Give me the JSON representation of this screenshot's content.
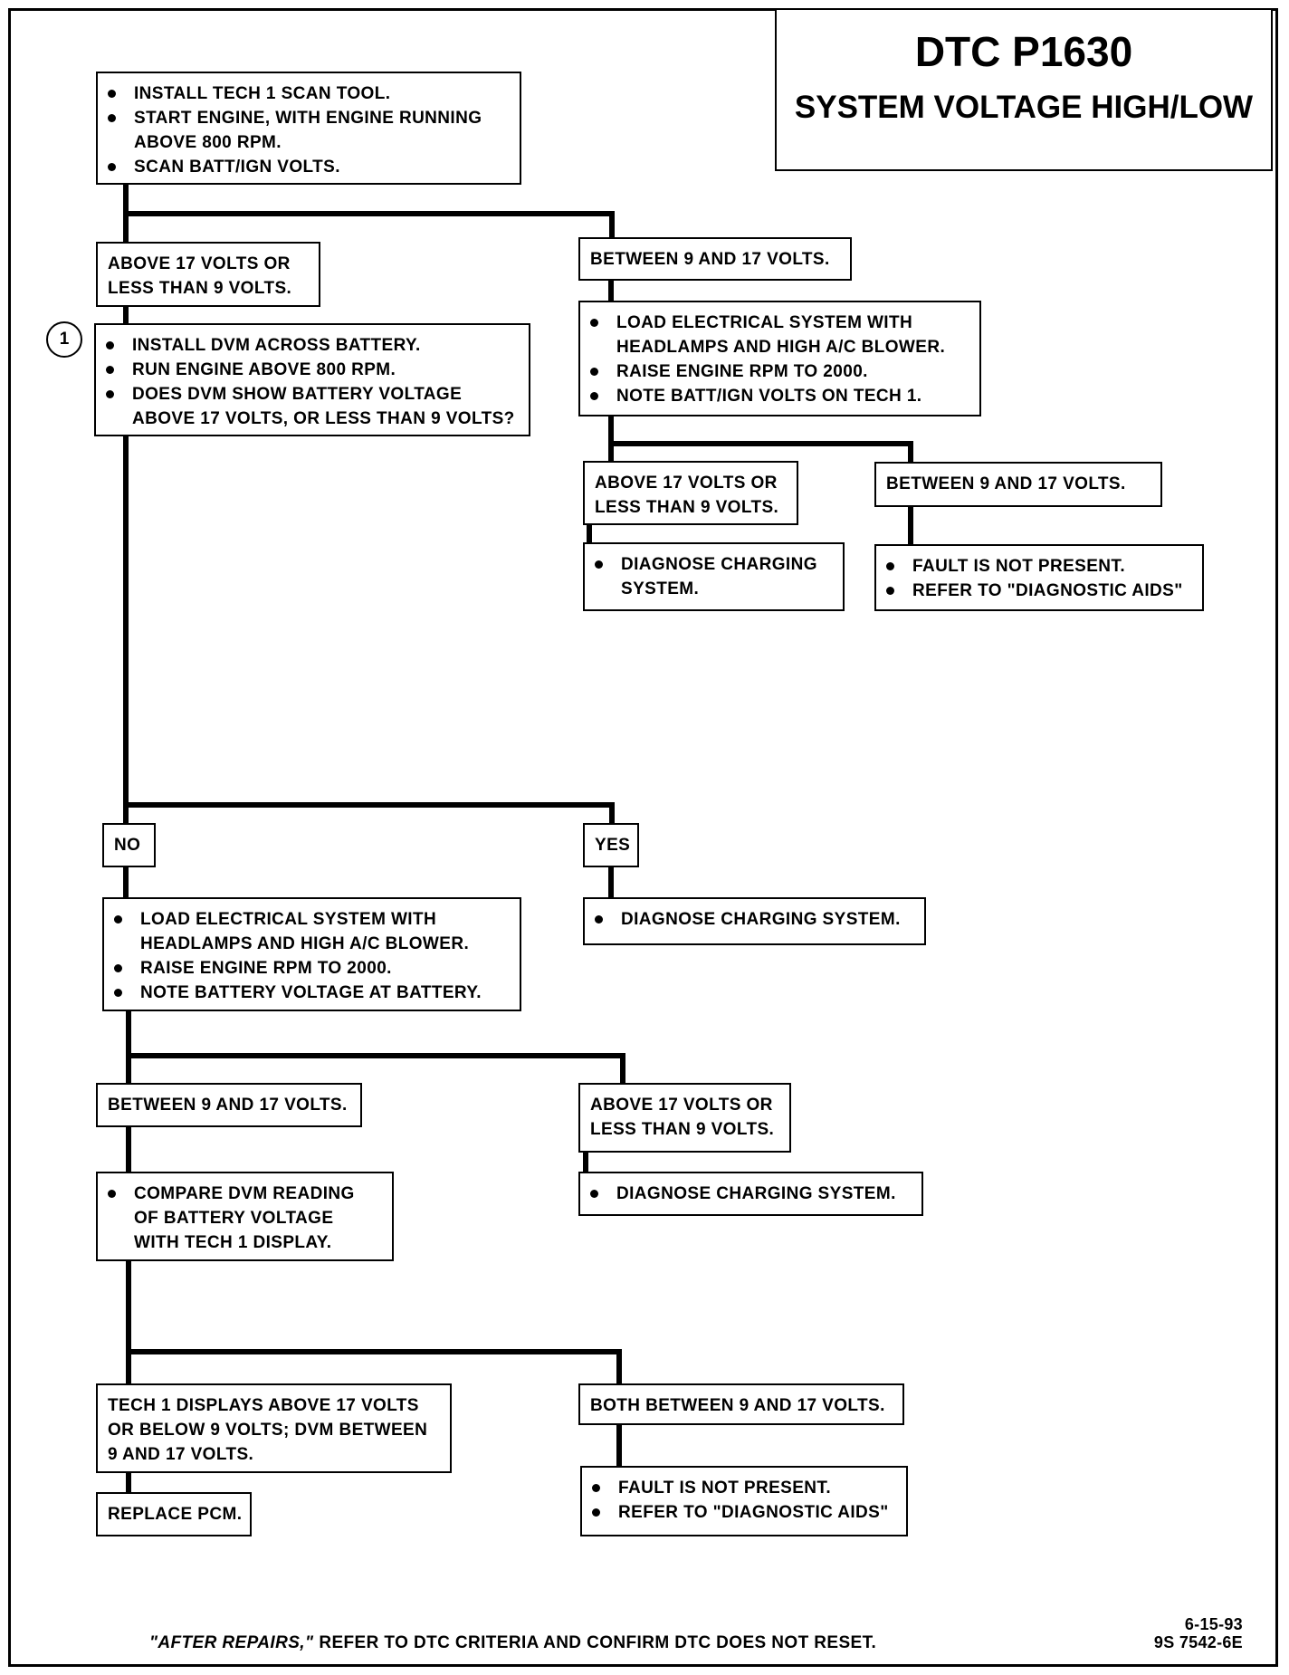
{
  "title": {
    "code": "DTC P1630",
    "name": "SYSTEM VOLTAGE HIGH/LOW"
  },
  "step_marker": "1",
  "flow": {
    "start": {
      "bullets": [
        "INSTALL TECH 1 SCAN TOOL.",
        "START ENGINE, WITH ENGINE RUNNING\nABOVE 800 RPM.",
        "SCAN BATT/IGN VOLTS."
      ]
    },
    "scan_out_of_range": {
      "label": "ABOVE 17 VOLTS OR\nLESS THAN 9 VOLTS."
    },
    "scan_in_range": {
      "label": "BETWEEN 9 AND 17 VOLTS."
    },
    "dvm_check": {
      "bullets": [
        "INSTALL DVM ACROSS BATTERY.",
        "RUN ENGINE ABOVE 800 RPM.",
        "DOES DVM SHOW BATTERY VOLTAGE\nABOVE 17 VOLTS, OR LESS THAN 9 VOLTS?"
      ]
    },
    "load_test_tech1": {
      "bullets": [
        "LOAD ELECTRICAL SYSTEM WITH\nHEADLAMPS AND HIGH A/C BLOWER.",
        "RAISE ENGINE RPM TO 2000.",
        "NOTE BATT/IGN VOLTS ON TECH 1."
      ]
    },
    "load_tech1_out_of_range": {
      "label": "ABOVE 17 VOLTS OR\nLESS THAN 9 VOLTS."
    },
    "load_tech1_in_range": {
      "label": "BETWEEN 9 AND 17 VOLTS."
    },
    "load_tech1_out_of_range_action": {
      "bullets": [
        "DIAGNOSE CHARGING\nSYSTEM."
      ]
    },
    "load_tech1_in_range_action": {
      "bullets": [
        "FAULT IS NOT PRESENT.",
        "REFER TO \"DIAGNOSTIC AIDS\""
      ]
    },
    "dvm_answer_no": {
      "label": "NO"
    },
    "dvm_answer_yes": {
      "label": "YES"
    },
    "dvm_yes_action": {
      "bullets": [
        "DIAGNOSE CHARGING SYSTEM."
      ]
    },
    "load_test_battery": {
      "bullets": [
        "LOAD ELECTRICAL SYSTEM WITH\nHEADLAMPS AND HIGH A/C BLOWER.",
        "RAISE ENGINE RPM TO 2000.",
        "NOTE BATTERY VOLTAGE AT BATTERY."
      ]
    },
    "battery_in_range": {
      "label": "BETWEEN 9 AND 17 VOLTS."
    },
    "battery_out_of_range": {
      "label": "ABOVE 17 VOLTS OR\nLESS THAN 9 VOLTS."
    },
    "compare_readings": {
      "bullets": [
        "COMPARE DVM READING\nOF BATTERY VOLTAGE\nWITH TECH 1 DISPLAY."
      ]
    },
    "battery_out_of_range_action": {
      "bullets": [
        "DIAGNOSE CHARGING SYSTEM."
      ]
    },
    "tech1_mismatch": {
      "label": "TECH 1 DISPLAYS ABOVE 17 VOLTS\nOR BELOW 9 VOLTS; DVM BETWEEN\n9 AND 17 VOLTS."
    },
    "both_in_range": {
      "label": "BOTH BETWEEN 9 AND 17 VOLTS."
    },
    "replace_pcm": {
      "label": "REPLACE PCM."
    },
    "both_in_range_action": {
      "bullets": [
        "FAULT IS NOT PRESENT.",
        "REFER TO \"DIAGNOSTIC AIDS\""
      ]
    }
  },
  "footer": {
    "emphasis": "\"AFTER REPAIRS,\"",
    "note": "REFER TO DTC CRITERIA AND CONFIRM DTC DOES NOT RESET."
  },
  "revision": {
    "date": "6-15-93",
    "document_number": "9S 7542-6E"
  }
}
